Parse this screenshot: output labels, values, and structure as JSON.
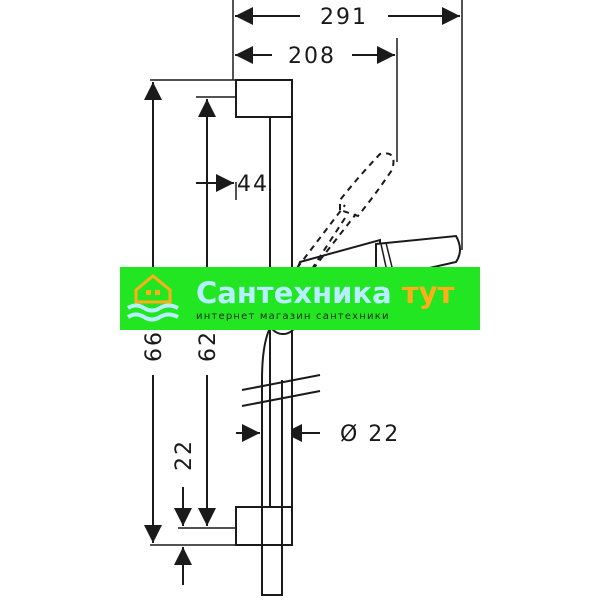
{
  "dimensions": {
    "overall_width": "291",
    "handshower_reach": "208",
    "bracket_offset": "44",
    "overall_height": "669",
    "rail_length": "625",
    "bottom_offset": "22",
    "rail_diameter": "Ø 22"
  },
  "watermark": {
    "title_part1": "Сантехника",
    "title_part2": "тут",
    "subtitle": "интернет магазин сантехники",
    "colors": {
      "band": "#22e622",
      "title1": "#b6f0ff",
      "title2": "#ffae1a",
      "logo": "#ffae1a"
    }
  }
}
